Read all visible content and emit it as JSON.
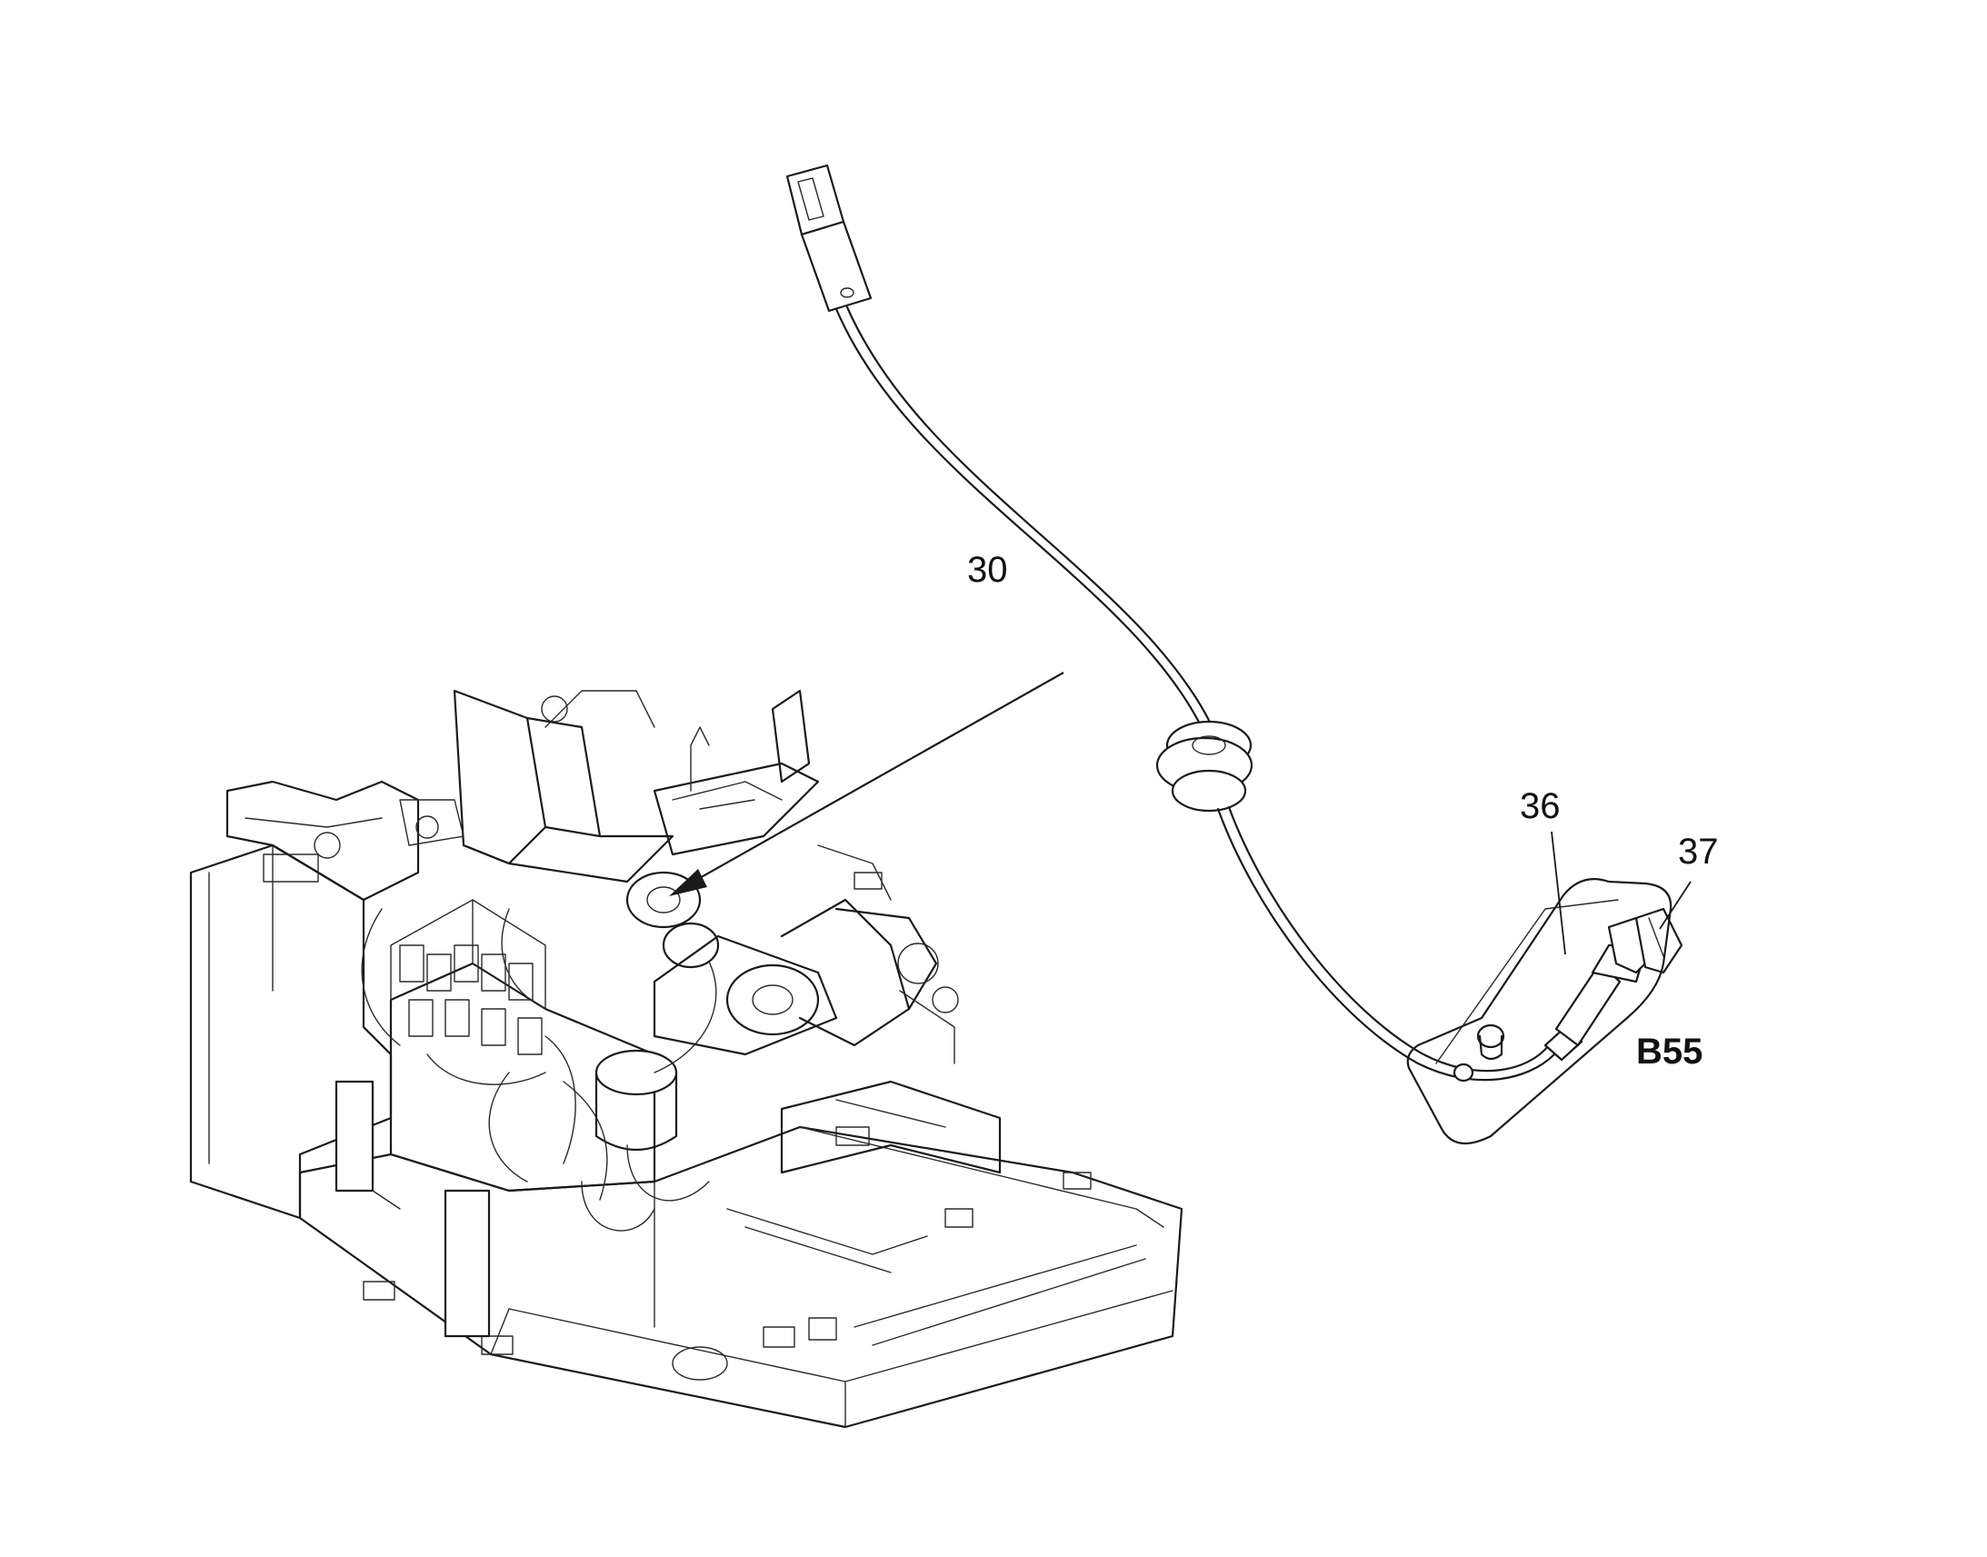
{
  "diagram": {
    "callouts": {
      "cable": "30",
      "sensor": "36",
      "nut": "37",
      "component": "B55"
    }
  }
}
